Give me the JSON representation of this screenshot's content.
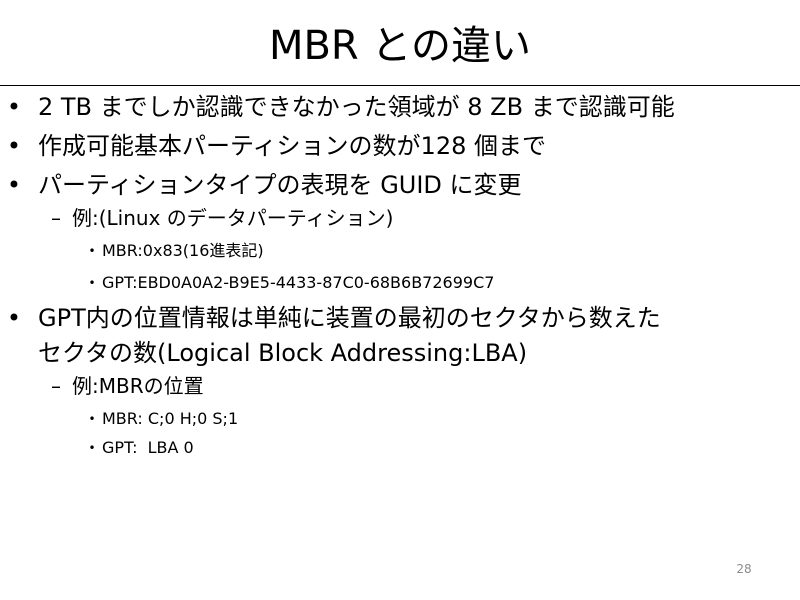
{
  "slide": {
    "title": "MBR との違い",
    "bullets": [
      {
        "marker": "•",
        "text": "2 TB までしか認識できなかった領域が 8 ZB まで認識可能"
      },
      {
        "marker": "•",
        "text": "作成可能基本パーティションの数が128 個まで"
      },
      {
        "marker": "•",
        "text": "パーティションタイプの表現を GUID に変更"
      },
      {
        "marker": "–",
        "text": "例:(Linux のデータパーティション)"
      },
      {
        "marker": "•",
        "text": "MBR:0x83(16進表記)"
      },
      {
        "marker": "•",
        "text": "GPT:EBD0A0A2-B9E5-4433-87C0-68B6B72699C7"
      },
      {
        "marker": "•",
        "text": "GPT内の位置情報は単純に装置の最初のセクタから数えた"
      },
      {
        "marker": "",
        "text": "セクタの数(Logical Block Addressing:LBA)"
      },
      {
        "marker": "–",
        "text": "例:MBRの位置"
      },
      {
        "marker": "•",
        "text": "MBR: C;0 H;0 S;1"
      },
      {
        "marker": "•",
        "text": "GPT:  LBA 0"
      }
    ],
    "page_number": "28"
  }
}
